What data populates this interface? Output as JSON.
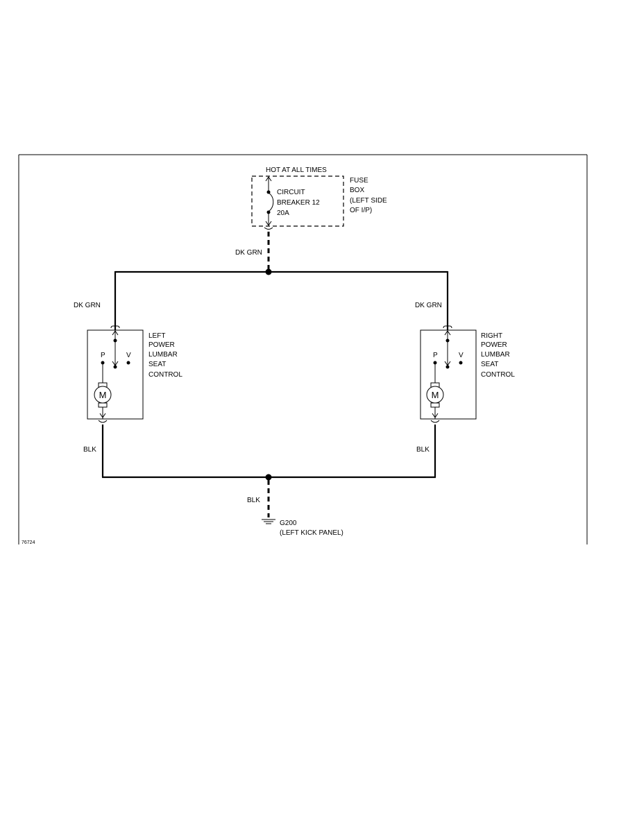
{
  "header": {
    "supply": "HOT AT ALL TIMES"
  },
  "fuse_box": {
    "label_lines": [
      "FUSE",
      "BOX",
      "(LEFT SIDE",
      "OF I/P)"
    ],
    "breaker_lines": [
      "CIRCUIT",
      "BREAKER 12",
      "20A"
    ]
  },
  "wires": {
    "feed": "DK GRN",
    "left_feed": "DK GRN",
    "right_feed": "DK GRN",
    "left_ground": "BLK",
    "right_ground": "BLK",
    "ground_main": "BLK"
  },
  "left_control": {
    "label_lines": [
      "LEFT",
      "POWER",
      "LUMBAR",
      "SEAT",
      "CONTROL"
    ],
    "switch_p": "P",
    "switch_v": "V",
    "motor": "M"
  },
  "right_control": {
    "label_lines": [
      "RIGHT",
      "POWER",
      "LUMBAR",
      "SEAT",
      "CONTROL"
    ],
    "switch_p": "P",
    "switch_v": "V",
    "motor": "M"
  },
  "ground": {
    "name": "G200",
    "location": "(LEFT KICK PANEL)"
  },
  "figure_id": "76724"
}
